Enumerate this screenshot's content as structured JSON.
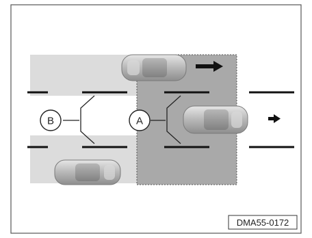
{
  "zones": [
    {
      "letter": "A"
    },
    {
      "letter": "B"
    }
  ],
  "figure_code": "DMA55-0172",
  "colors": {
    "frame": "#555555",
    "blind_zone_light": "#dcdcdc",
    "blind_zone_dark": "#a9a9a9",
    "lane_marking": "#111111",
    "car_body": "#bdbdbd",
    "car_highlight": "#e9e9e9",
    "arrow": "#111111",
    "bracket": "#222222"
  },
  "icons": [
    "car-icon",
    "arrow-right-icon"
  ]
}
